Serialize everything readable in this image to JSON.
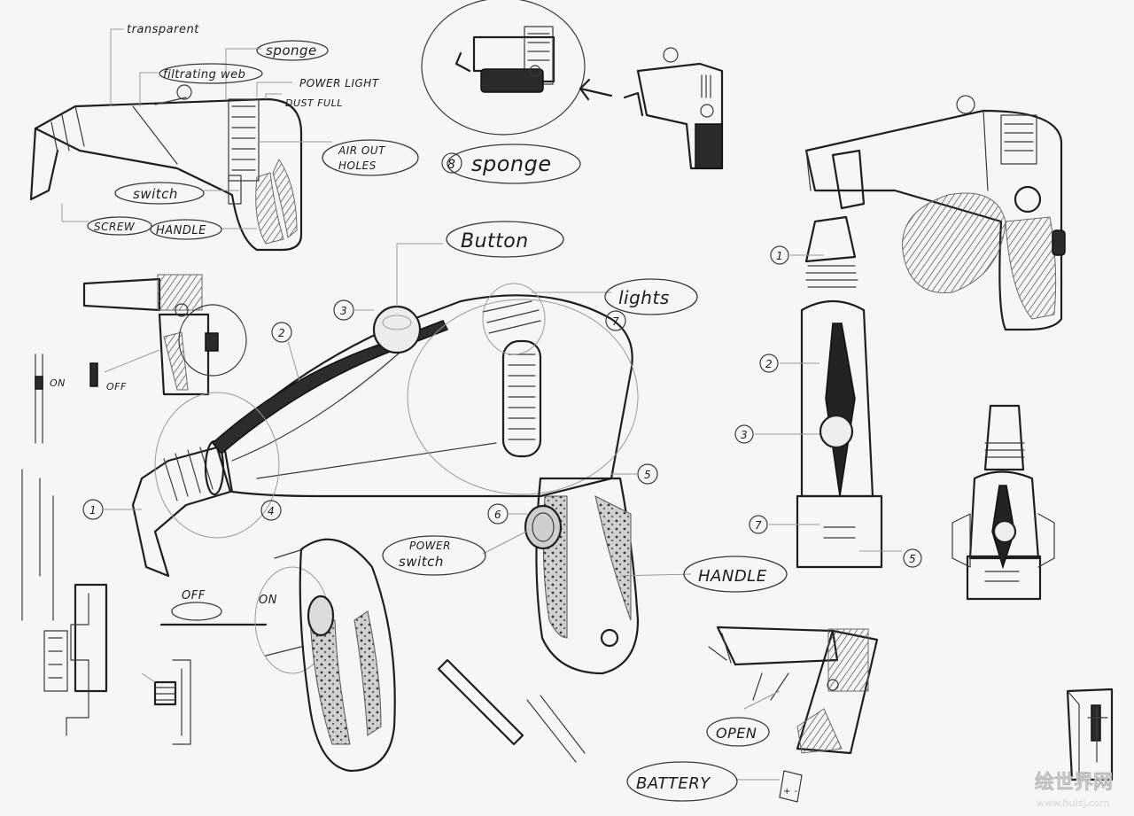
{
  "labels": {
    "transparent": "transparent",
    "sponge_top": "sponge",
    "filtrating_web": "filtrating web",
    "power_light": "POWER LIGHT",
    "dust_full": "DUST FULL",
    "air_out_line1": "AIR OUT",
    "air_out_line2": "HOLES",
    "switch": "switch",
    "screw": "SCREW",
    "handle_small": "HANDLE",
    "sponge_mid": "sponge",
    "sponge_number": "8",
    "button": "Button",
    "lights": "lights",
    "on_small": "ON",
    "off_small": "OFF",
    "power_switch_line1": "POWER",
    "power_switch_line2": "switch",
    "handle_main": "HANDLE",
    "off_big": "OFF",
    "on_big": "ON",
    "open": "OPEN",
    "battery": "BATTERY",
    "n1": "1",
    "n2": "2",
    "n3": "3",
    "n4": "4",
    "n5": "5",
    "n6": "6",
    "n7": "7",
    "r1": "1",
    "r2": "2",
    "r3": "3",
    "r5": "5",
    "r7": "7"
  },
  "watermark": {
    "brand": "绘世界网",
    "url": "www.huisj.com"
  }
}
